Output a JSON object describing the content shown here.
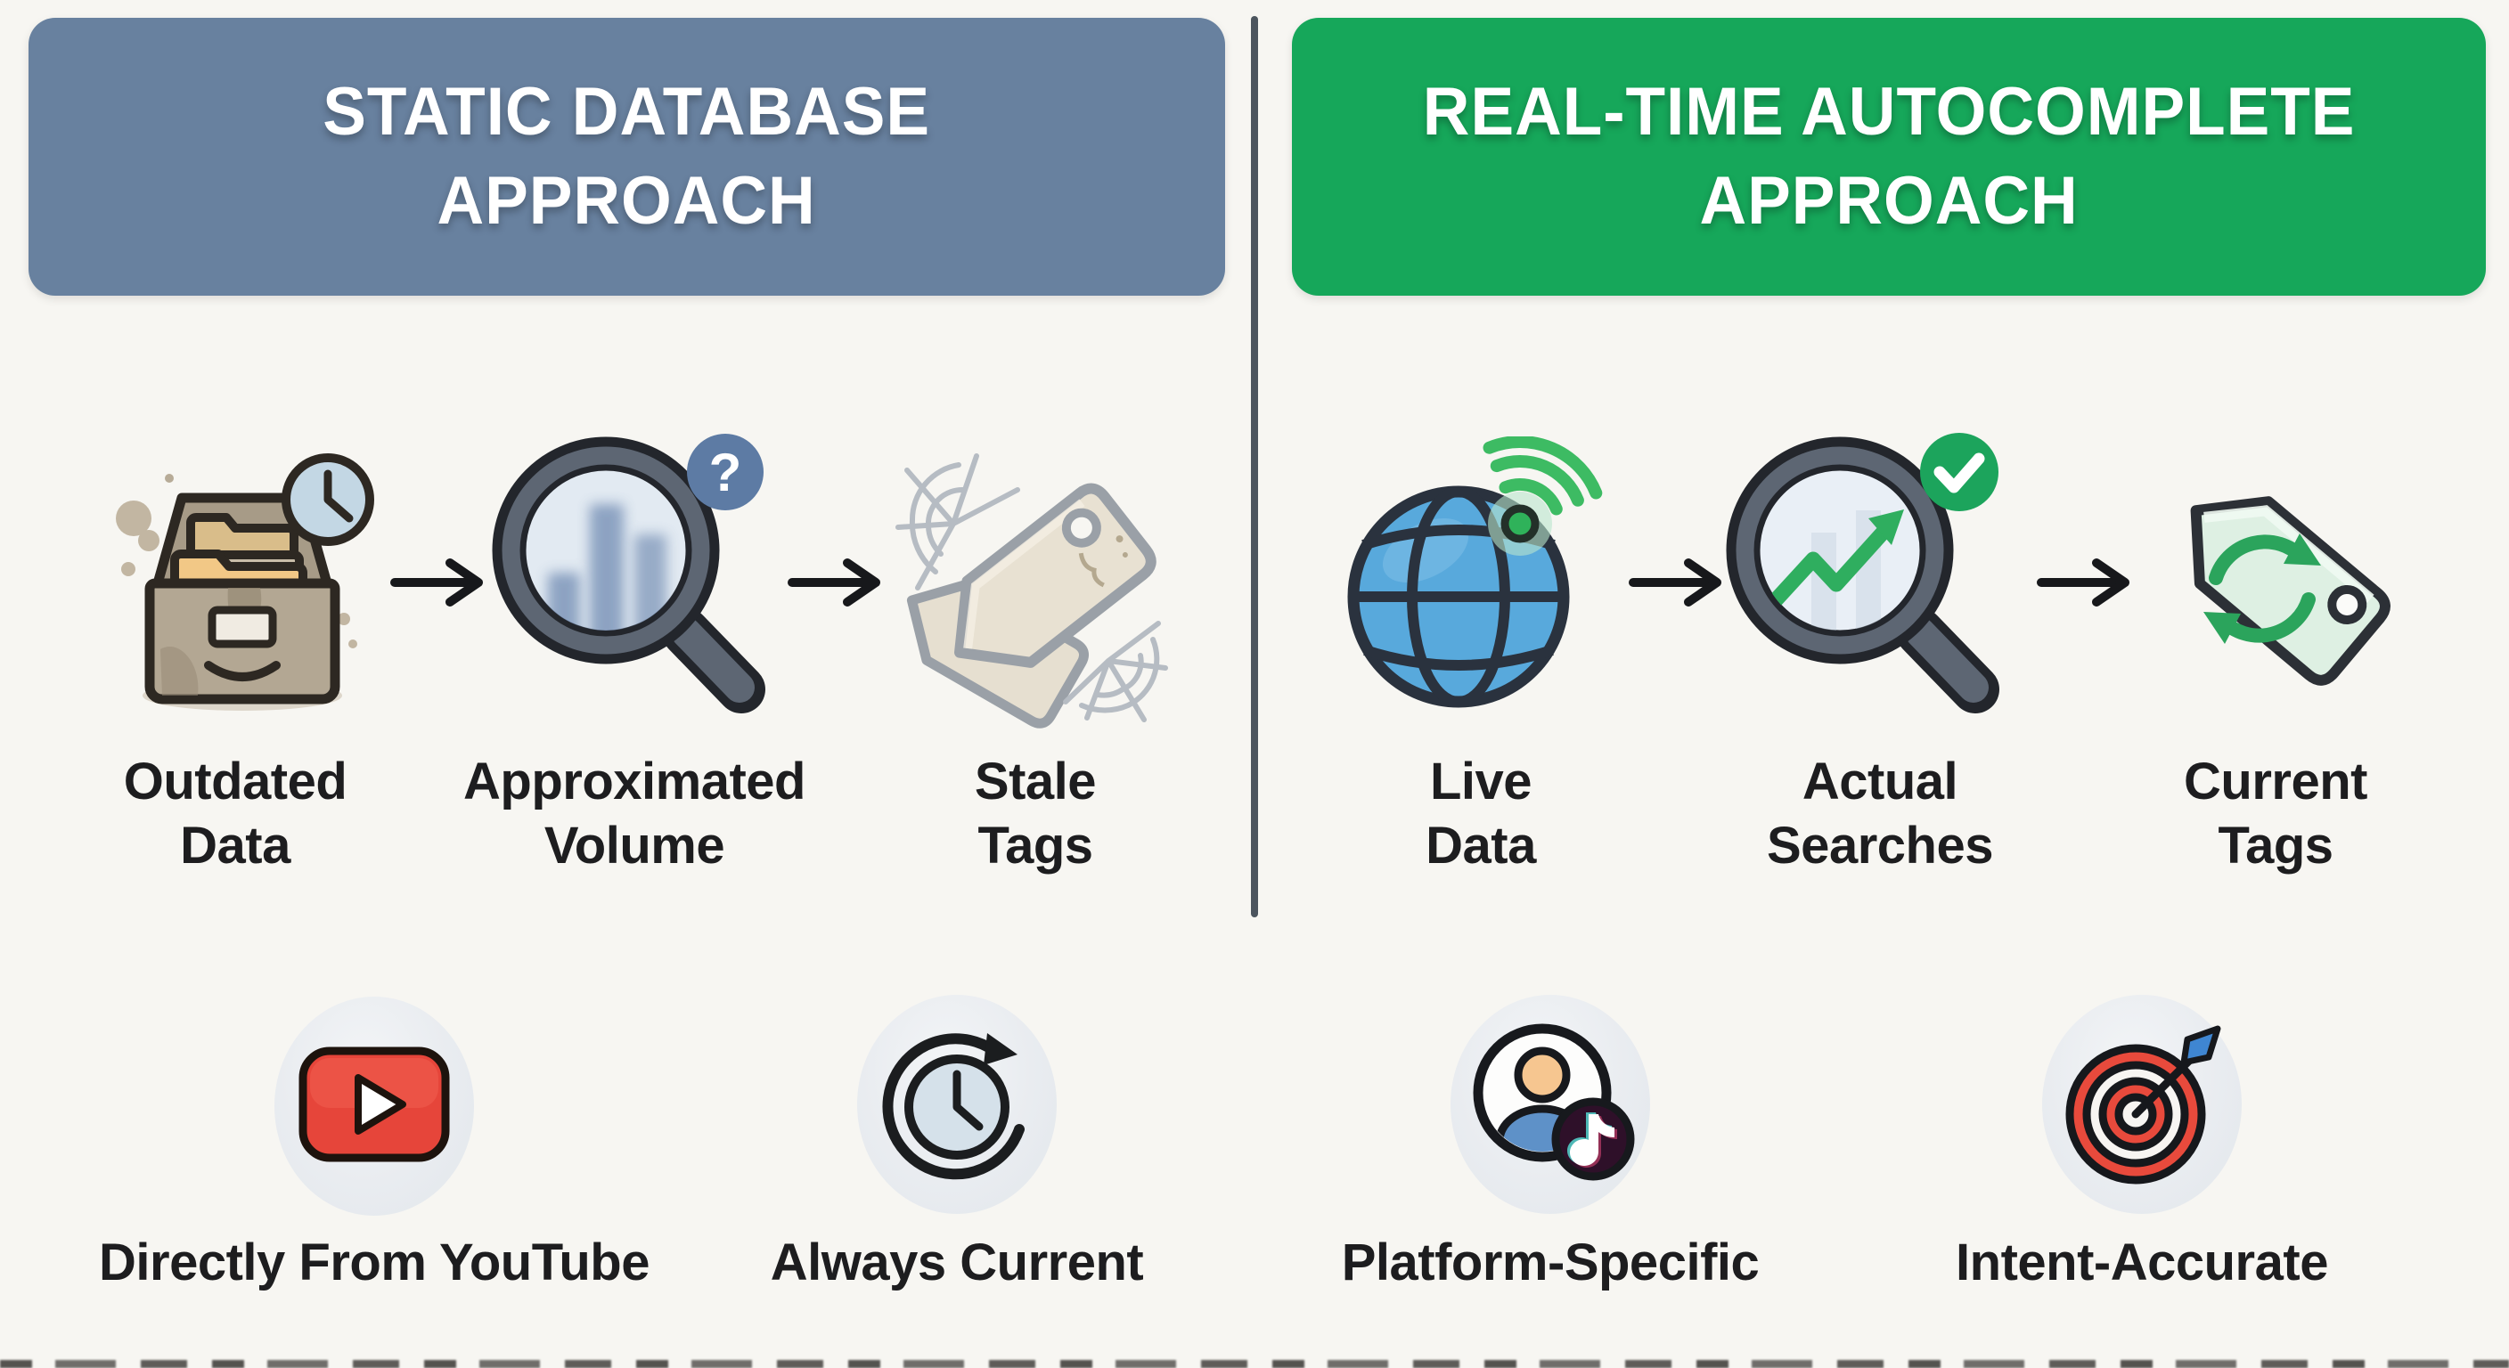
{
  "headers": {
    "left": {
      "line1": "STATIC DATABASE",
      "line2": "APPROACH",
      "bg": "#68819F"
    },
    "right": {
      "line1": "REAL-TIME AUTOCOMPLETE",
      "line2": "APPROACH",
      "bg": "#16A75A"
    }
  },
  "left_flow": {
    "steps": [
      {
        "icon": "archive-box-clock-icon",
        "line1": "Outdated",
        "line2": "Data"
      },
      {
        "icon": "magnifier-bars-question-icon",
        "line1": "Approximated",
        "line2": "Volume"
      },
      {
        "icon": "stale-tags-cobweb-icon",
        "line1": "Stale",
        "line2": "Tags"
      }
    ]
  },
  "right_flow": {
    "steps": [
      {
        "icon": "globe-live-signal-icon",
        "line1": "Live",
        "line2": "Data"
      },
      {
        "icon": "magnifier-trend-check-icon",
        "line1": "Actual",
        "line2": "Searches"
      },
      {
        "icon": "tag-refresh-icon",
        "line1": "Current",
        "line2": "Tags"
      }
    ]
  },
  "benefits": [
    {
      "icon": "youtube-play-icon",
      "label": "Directly From YouTube"
    },
    {
      "icon": "clock-refresh-icon",
      "label": "Always Current"
    },
    {
      "icon": "avatar-tiktok-icon",
      "label": "Platform-Specific"
    },
    {
      "icon": "target-dart-icon",
      "label": "Intent-Accurate"
    }
  ],
  "glyphs": {
    "question": "?"
  },
  "colors": {
    "background": "#f7f6f2",
    "left_header": "#68819F",
    "right_header": "#16A75A",
    "divider": "#4C555E",
    "label_text": "#1d1d1f",
    "green_accent": "#2fae5f",
    "globe_blue": "#58a9dc",
    "youtube_red": "#e6453a",
    "target_red": "#e84a3c",
    "dart_blue": "#3f86d2",
    "stale_beige": "#e6dfd0"
  }
}
